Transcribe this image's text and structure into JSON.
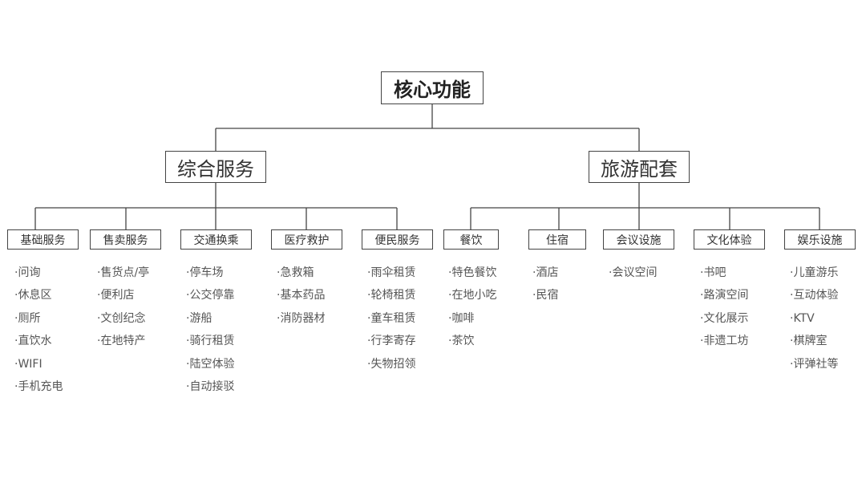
{
  "root": {
    "label": "核心功能"
  },
  "groups": [
    {
      "label": "综合服务",
      "categories": [
        {
          "label": "基础服务",
          "items": [
            "·问询",
            "·休息区",
            "·厕所",
            "·直饮水",
            "·WIFI",
            "·手机充电"
          ]
        },
        {
          "label": "售卖服务",
          "items": [
            "·售货点/亭",
            "·便利店",
            "·文创纪念",
            "·在地特产"
          ]
        },
        {
          "label": "交通换乘",
          "items": [
            "·停车场",
            "·公交停靠",
            "·游船",
            "·骑行租赁",
            "·陆空体验",
            "·自动接驳"
          ]
        },
        {
          "label": "医疗救护",
          "items": [
            "·急救箱",
            "·基本药品",
            "·消防器材"
          ]
        },
        {
          "label": "便民服务",
          "items": [
            "·雨伞租赁",
            "·轮椅租赁",
            "·童车租赁",
            "·行李寄存",
            "·失物招领"
          ]
        }
      ]
    },
    {
      "label": "旅游配套",
      "categories": [
        {
          "label": "餐饮",
          "items": [
            "·特色餐饮",
            "·在地小吃",
            "·咖啡",
            "·茶饮"
          ]
        },
        {
          "label": "住宿",
          "items": [
            "·酒店",
            "·民宿"
          ]
        },
        {
          "label": "会议设施",
          "items": [
            "·会议空间"
          ]
        },
        {
          "label": "文化体验",
          "items": [
            "·书吧",
            "·路演空间",
            "·文化展示",
            "·非遗工坊"
          ]
        },
        {
          "label": "娱乐设施",
          "items": [
            "·儿童游乐",
            "·互动体验",
            "·KTV",
            "·棋牌室",
            "·评弹社等"
          ]
        }
      ]
    }
  ]
}
